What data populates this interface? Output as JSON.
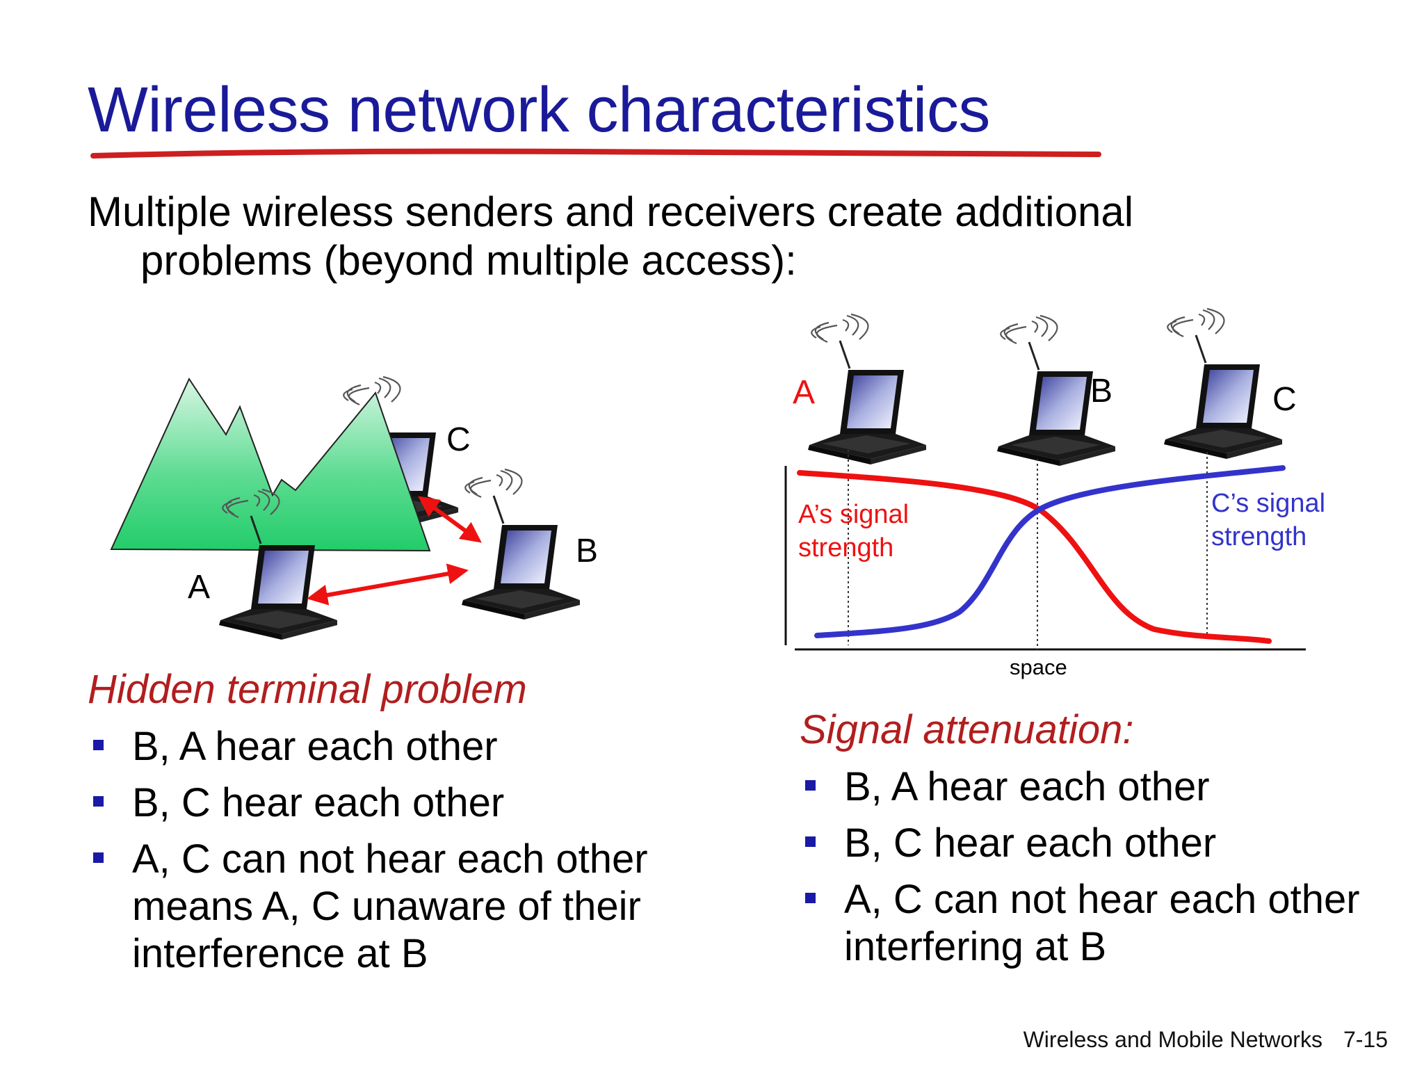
{
  "title": "Wireless network characteristics",
  "intro": {
    "line1": "Multiple wireless senders and receivers create additional",
    "line2": "problems (beyond multiple access):"
  },
  "hidden_terminal": {
    "diagram_labels": {
      "a": "A",
      "b": "B",
      "c": "C"
    },
    "heading": "Hidden terminal problem",
    "bullets": [
      "B, A hear each other",
      "B, C hear each other",
      "A, C can not hear each other means A, C unaware of their interference at B"
    ]
  },
  "attenuation": {
    "diagram_labels": {
      "a": "A",
      "b": "B",
      "c": "C",
      "a_signal_line1": "A’s signal",
      "a_signal_line2": "strength",
      "c_signal_line1": "C’s signal",
      "c_signal_line2": "strength",
      "x_axis": "space"
    },
    "heading": "Signal attenuation:",
    "bullets": [
      "B, A hear each other",
      "B, C hear each other",
      "A, C can not hear each other interfering at B"
    ]
  },
  "footer": {
    "chapter": "Wireless and Mobile Networks",
    "page": "7-15"
  },
  "colors": {
    "title": "#1a1a99",
    "heading": "#b11e1e",
    "a_signal": "#ee1111",
    "c_signal": "#3333cc",
    "mountain": "#33cc77",
    "arrow": "#ee1111",
    "bullet": "#1a1aa6"
  }
}
